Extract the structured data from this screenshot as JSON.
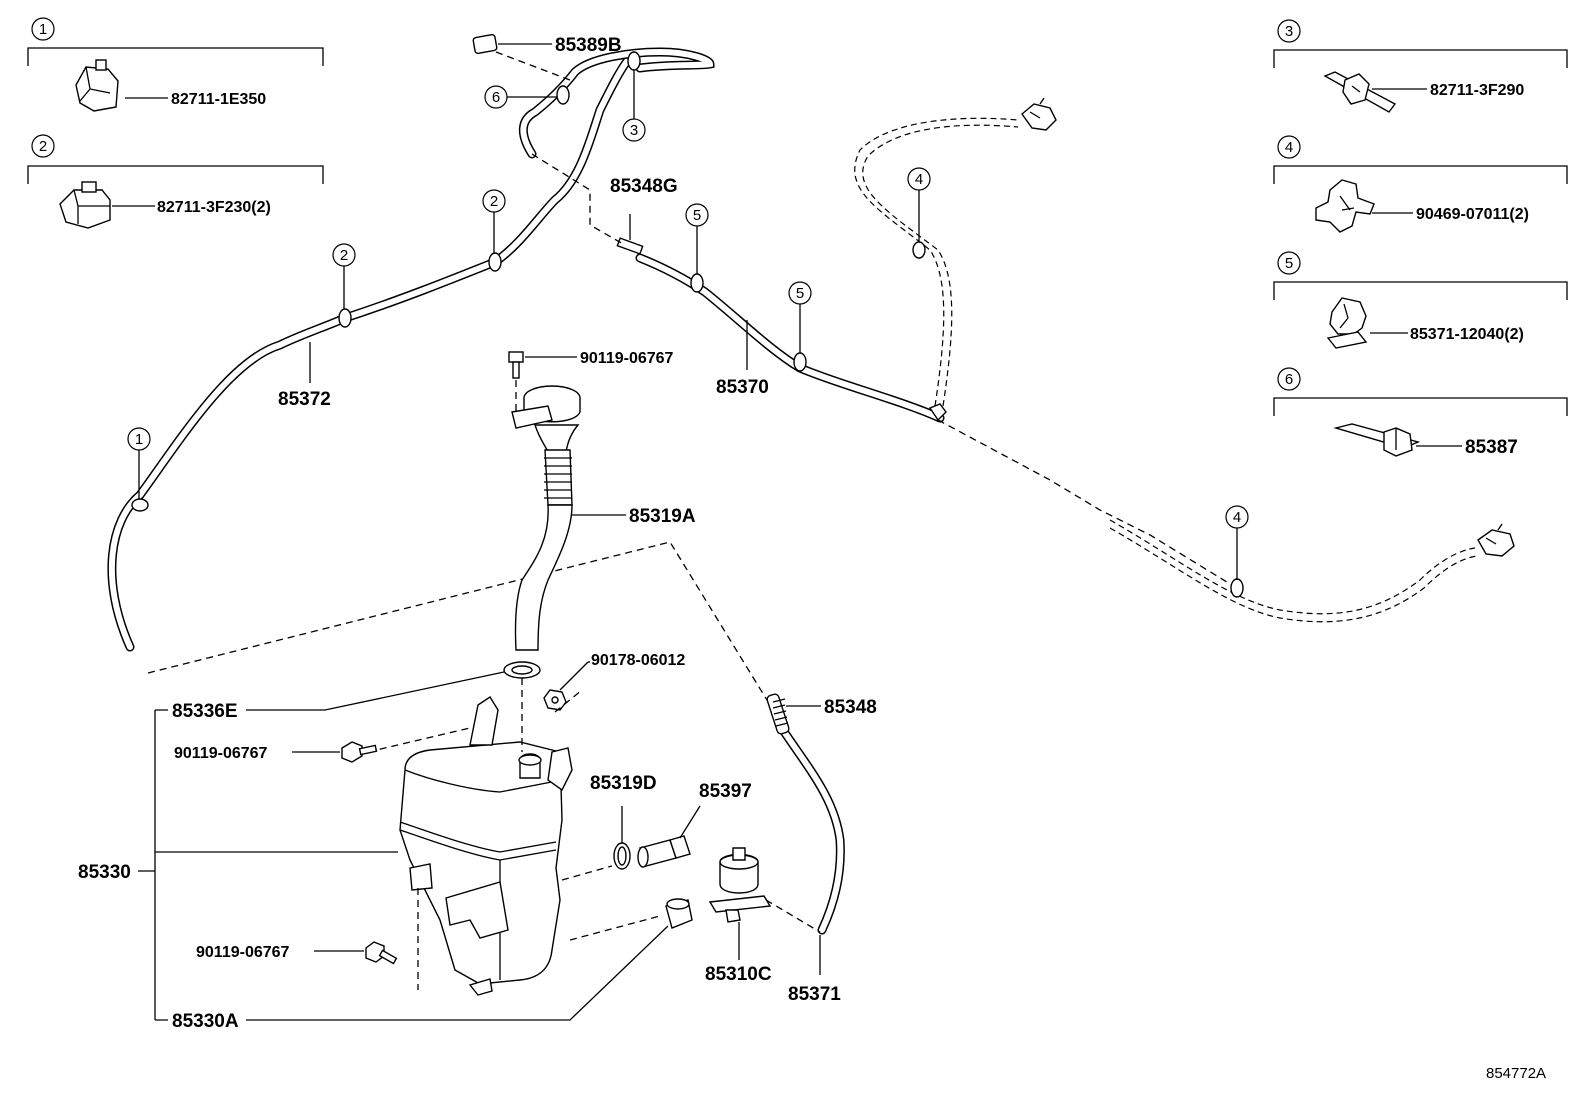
{
  "title": "",
  "legend_groups": [
    {
      "circle": "1",
      "part": "82711-1E350"
    },
    {
      "circle": "2",
      "part": "82711-3F230(2)"
    },
    {
      "circle": "3",
      "part": "82711-3F290"
    },
    {
      "circle": "4",
      "part": "90469-07011(2)"
    },
    {
      "circle": "5",
      "part": "85371-12040(2)"
    },
    {
      "circle": "6",
      "part": "85387"
    }
  ],
  "parts": {
    "p85389B": "85389B",
    "p85348G": "85348G",
    "p85372": "85372",
    "p85370": "85370",
    "p90119_top": "90119-06767",
    "p85319A": "85319A",
    "p90178": "90178-06012",
    "p85336E": "85336E",
    "p90119_mid": "90119-06767",
    "p85348": "85348",
    "p85319D": "85319D",
    "p85397": "85397",
    "p85330": "85330",
    "p90119_bot": "90119-06767",
    "p85310C": "85310C",
    "p85371": "85371",
    "p85330A": "85330A"
  },
  "callouts": {
    "c6": "6",
    "c3": "3",
    "c2a": "2",
    "c2b": "2",
    "c1": "1",
    "c5a": "5",
    "c5b": "5",
    "c4a": "4",
    "c4b": "4"
  },
  "diagram_id": "854772A"
}
